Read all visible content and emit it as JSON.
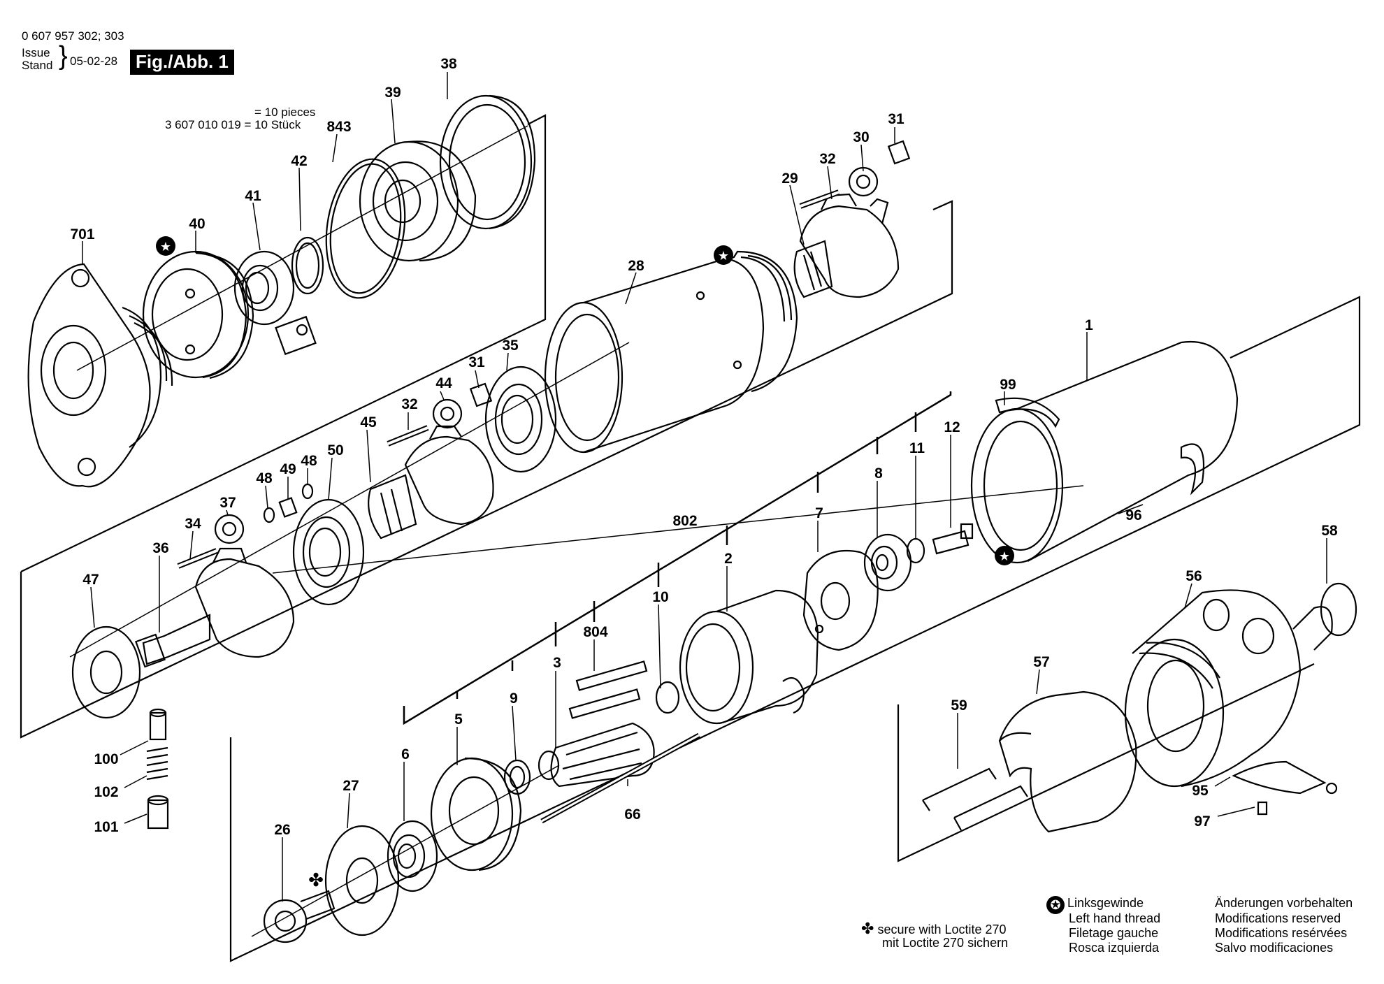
{
  "header": {
    "part_numbers": "0 607 957 302; 303",
    "issue_label": "Issue",
    "stand_label": "Stand",
    "date": "05-02-28",
    "fig_label": "Fig./Abb. 1"
  },
  "pack_note": {
    "line1": "= 10 pieces",
    "line2": "3 607 010 019 = 10 Stück"
  },
  "callouts": [
    {
      "id": "c701",
      "text": "701"
    },
    {
      "id": "c40",
      "text": "40"
    },
    {
      "id": "c41",
      "text": "41"
    },
    {
      "id": "c42",
      "text": "42"
    },
    {
      "id": "c843",
      "text": "843"
    },
    {
      "id": "c39",
      "text": "39"
    },
    {
      "id": "c38",
      "text": "38"
    },
    {
      "id": "c28",
      "text": "28"
    },
    {
      "id": "c29",
      "text": "29"
    },
    {
      "id": "c32a",
      "text": "32"
    },
    {
      "id": "c30",
      "text": "30"
    },
    {
      "id": "c31a",
      "text": "31"
    },
    {
      "id": "c1",
      "text": "1"
    },
    {
      "id": "c99",
      "text": "99"
    },
    {
      "id": "c96",
      "text": "96"
    },
    {
      "id": "c12",
      "text": "12"
    },
    {
      "id": "c11",
      "text": "11"
    },
    {
      "id": "c8",
      "text": "8"
    },
    {
      "id": "c7",
      "text": "7"
    },
    {
      "id": "c802",
      "text": "802"
    },
    {
      "id": "c2",
      "text": "2"
    },
    {
      "id": "c10",
      "text": "10"
    },
    {
      "id": "c804",
      "text": "804"
    },
    {
      "id": "c3",
      "text": "3"
    },
    {
      "id": "c9",
      "text": "9"
    },
    {
      "id": "c5",
      "text": "5"
    },
    {
      "id": "c6",
      "text": "6"
    },
    {
      "id": "c66",
      "text": "66"
    },
    {
      "id": "c35",
      "text": "35"
    },
    {
      "id": "c31b",
      "text": "31"
    },
    {
      "id": "c44",
      "text": "44"
    },
    {
      "id": "c32b",
      "text": "32"
    },
    {
      "id": "c45",
      "text": "45"
    },
    {
      "id": "c50",
      "text": "50"
    },
    {
      "id": "c48a",
      "text": "48"
    },
    {
      "id": "c49",
      "text": "49"
    },
    {
      "id": "c48b",
      "text": "48"
    },
    {
      "id": "c37",
      "text": "37"
    },
    {
      "id": "c34",
      "text": "34"
    },
    {
      "id": "c36",
      "text": "36"
    },
    {
      "id": "c47",
      "text": "47"
    },
    {
      "id": "c100",
      "text": "100"
    },
    {
      "id": "c102",
      "text": "102"
    },
    {
      "id": "c101",
      "text": "101"
    },
    {
      "id": "c26",
      "text": "26"
    },
    {
      "id": "c27",
      "text": "27"
    },
    {
      "id": "c58",
      "text": "58"
    },
    {
      "id": "c56",
      "text": "56"
    },
    {
      "id": "c57",
      "text": "57"
    },
    {
      "id": "c59",
      "text": "59"
    },
    {
      "id": "c95",
      "text": "95"
    },
    {
      "id": "c97",
      "text": "97"
    }
  ],
  "legend": {
    "loctite_symbol": "✤",
    "loctite_line1": "secure with Loctite 270",
    "loctite_line2": "mit Loctite 270 sichern",
    "lh_symbol": "✪",
    "lh_line1": "Linksgewinde",
    "lh_line2": "Left hand thread",
    "lh_line3": "Filetage gauche",
    "lh_line4": "Rosca izquierda",
    "mod_line1": "Änderungen vorbehalten",
    "mod_line2": "Modifications reserved",
    "mod_line3": "Modifications resérvées",
    "mod_line4": "Salvo modificaciones"
  },
  "icons": {
    "left_hand_thread": "star-in-circle-icon",
    "loctite": "four-leaf-clover-icon",
    "pack": "pack-box-icon"
  }
}
